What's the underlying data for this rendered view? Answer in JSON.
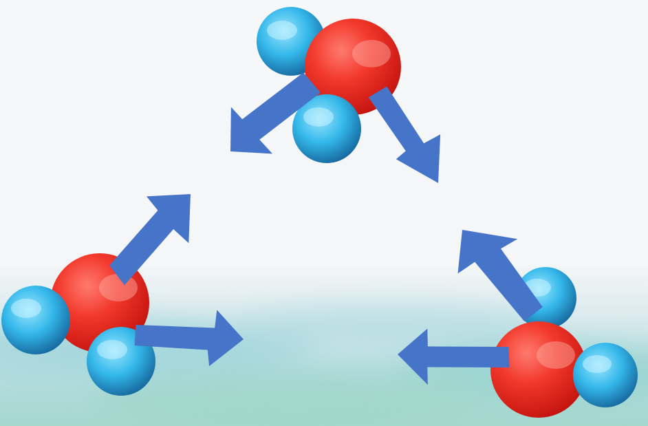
{
  "diagram": {
    "molecule_count": 3,
    "arrow_count": 6,
    "colors": {
      "oxygen": "#e8231c",
      "hydrogen": "#2fb3e6",
      "arrow": "#4674c8",
      "background_top": "#f6f7f8",
      "background_bottom": "#a9d8dc"
    },
    "molecules": [
      {
        "name": "molecule-top"
      },
      {
        "name": "molecule-left"
      },
      {
        "name": "molecule-right"
      }
    ]
  }
}
